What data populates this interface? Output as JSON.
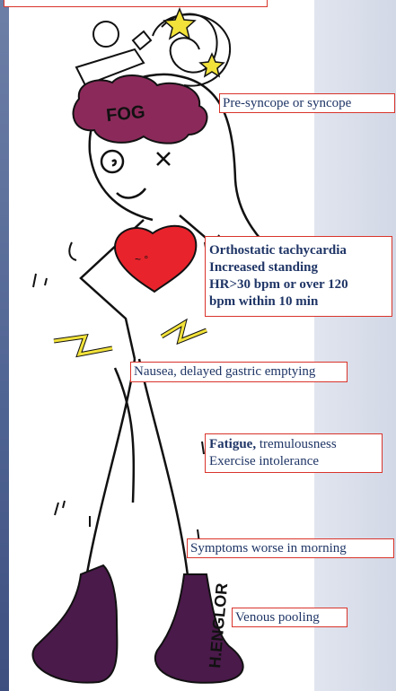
{
  "labels": {
    "presyncope": "Pre-syncope or syncope",
    "orthostatic_line1": "Orthostatic tachycardia",
    "orthostatic_line2": "Increased standing",
    "orthostatic_line3": "HR>30 bpm or over 120",
    "orthostatic_line4": "bpm within 10 min",
    "nausea": "Nausea, delayed gastric emptying",
    "fatigue_bold": "Fatigue,",
    "fatigue_rest": " tremulousness",
    "exercise": "Exercise intolerance",
    "morning": "Symptoms worse in morning",
    "venous": "Venous pooling"
  },
  "drawing": {
    "brain_text": "FOG",
    "signature": "H.ENGLOR",
    "colors": {
      "brain": "#8b2a5a",
      "heart": "#e8232c",
      "boots": "#4a1a4a",
      "lightning": "#f2e23a",
      "label_border": "#d9342b",
      "label_text": "#1f3566"
    }
  }
}
